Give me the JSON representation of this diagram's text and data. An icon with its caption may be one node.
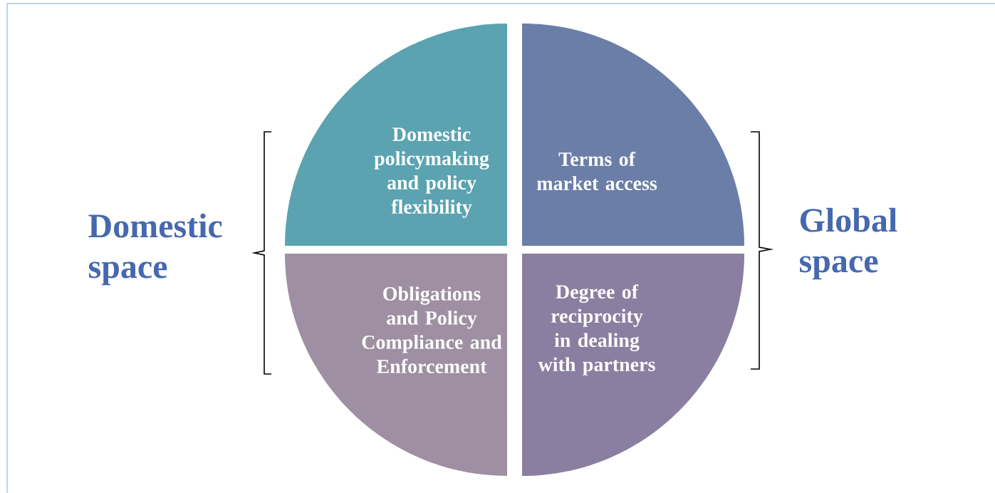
{
  "diagram": {
    "nodes": [
      {
        "text": [
          "Domestic policymaking and policy flexibility"
        ]
      },
      {
        "text": [
          "Terms of market access"
        ]
      },
      {
        "text": [
          "Obligations and Policy Compliance and Enforcement"
        ]
      },
      {
        "text": [
          "Degree of reciprocity in dealing with partners"
        ]
      }
    ],
    "labels": [
      "Domestic space",
      "Global space"
    ]
  }
}
